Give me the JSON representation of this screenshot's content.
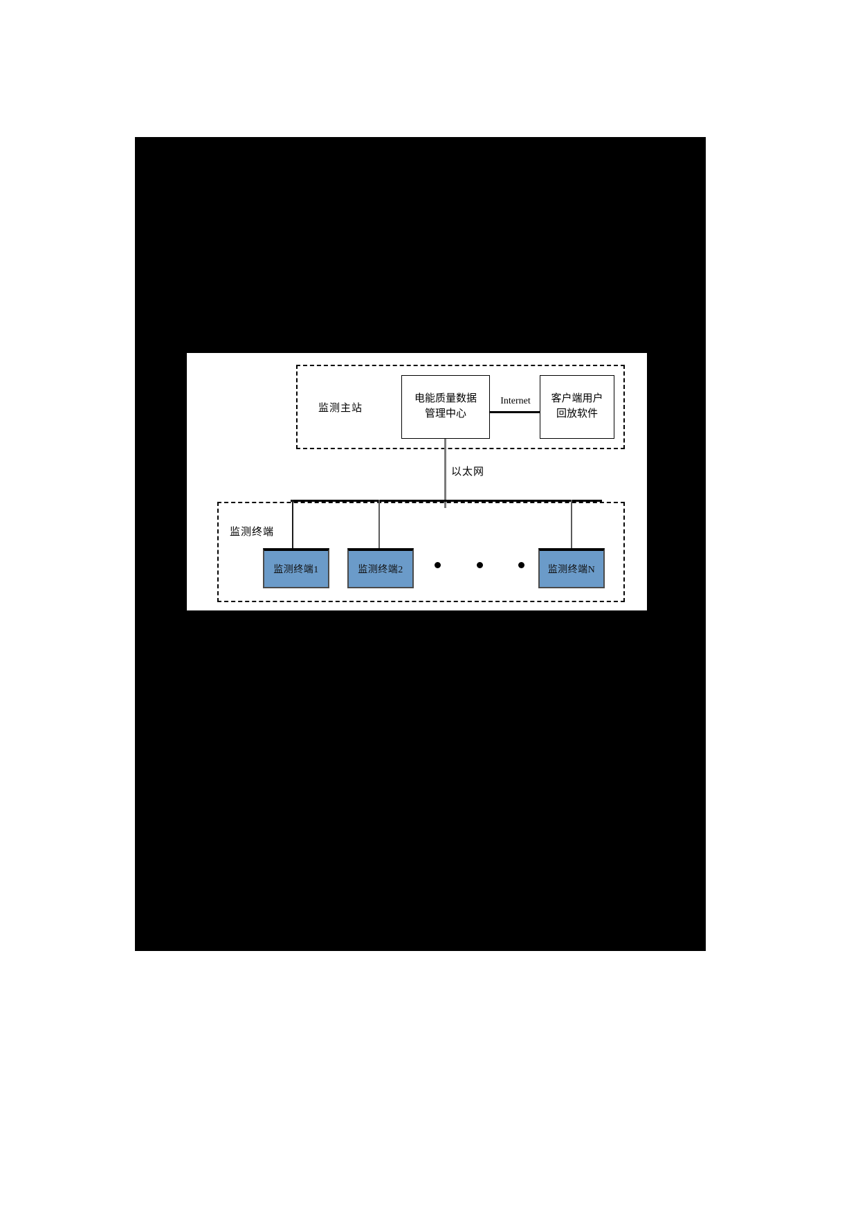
{
  "figure": {
    "master_station": {
      "group_label": "监测主站",
      "data_center_box": {
        "line1": "电能质量数据",
        "line2": "管理中心"
      },
      "link_label": "Internet",
      "client_playback_box": {
        "line1": "客户端用户",
        "line2": "回放软件"
      }
    },
    "network": {
      "ethernet_label": "以太网"
    },
    "terminals": {
      "group_label": "监测终端",
      "items": [
        {
          "label": "监测终端1"
        },
        {
          "label": "监测终端2"
        },
        {
          "label": "监测终端N"
        }
      ],
      "ellipsis_dot_count": 3
    },
    "colors": {
      "terminal_fill": "#6b9bc9",
      "terminal_border": "#4a4a4a",
      "line": "#000000",
      "trunk_line": "#7a7a7a",
      "panel_background": "#ffffff",
      "page_backdrop": "#000000"
    }
  }
}
